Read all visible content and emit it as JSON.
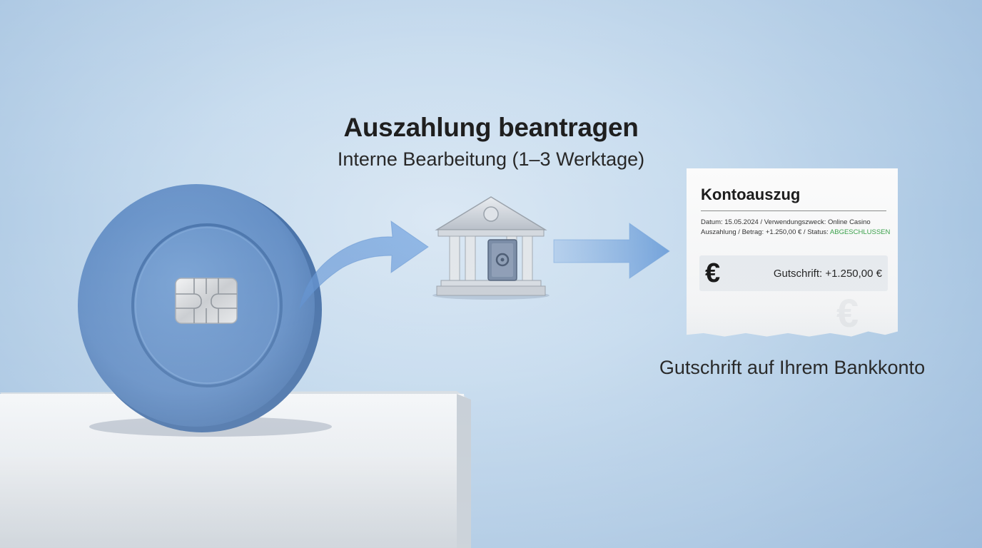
{
  "header": {
    "title": "Auszahlung beantragen",
    "subtitle": "Interne Bearbeitung (1–3 Werktage)"
  },
  "statement": {
    "title": "Kontoauszug",
    "line1": "Datum: 15.05.2024 / Verwendungszweck: Online Casino",
    "line2_prefix": "Auszahlung / Betrag: +1.250,00 € / Status: ",
    "status": "ABGESCHLUSSEN",
    "currency_symbol": "€",
    "credit": "Gutschrift: +1.250,00 €"
  },
  "caption": "Gutschrift auf Ihrem Bankkonto",
  "icons": {
    "card": "chip-card-icon",
    "bank": "bank-building-icon",
    "safe": "safe-icon",
    "arrow": "arrow-right-icon"
  },
  "colors": {
    "coin": "#6a95c8",
    "arrow": "#7ea8dc",
    "status_green": "#3aa14a"
  }
}
